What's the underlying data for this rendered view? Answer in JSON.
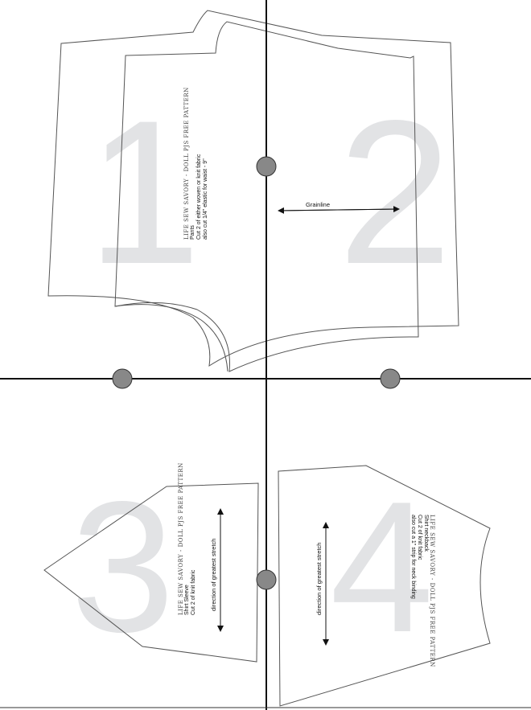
{
  "pieces": [
    {
      "number": "1"
    },
    {
      "number": "2"
    },
    {
      "number": "3"
    },
    {
      "number": "4"
    }
  ],
  "pants_label": {
    "header": "LIFE SEW SAVORY - DOLL PJS FREE PATTERN",
    "line1": "Pants",
    "line2": "Cut 2 of either woven or knit fabric",
    "line3": "also cut 1/4\" elastic for waist - 9\""
  },
  "grainline": "Grainline",
  "sleeve_label": {
    "header": "LIFE SEW SAVORY - DOLL PJS FREE PATTERN",
    "line1": "Shirt Sleeve",
    "line2": "Cut 2 of knit fabric"
  },
  "sleeve_stretch": "direction of greatest stretch",
  "shirt_label": {
    "header": "LIFE SEW SAVORY - DOLL PJS FREE PATTERN",
    "line1": "Shirt neckback",
    "line2": "Cut 2 of knit fabric",
    "line3": "also cut a 1\" strip for neck binding"
  },
  "shirt_stretch": "direction of greatest stretch"
}
